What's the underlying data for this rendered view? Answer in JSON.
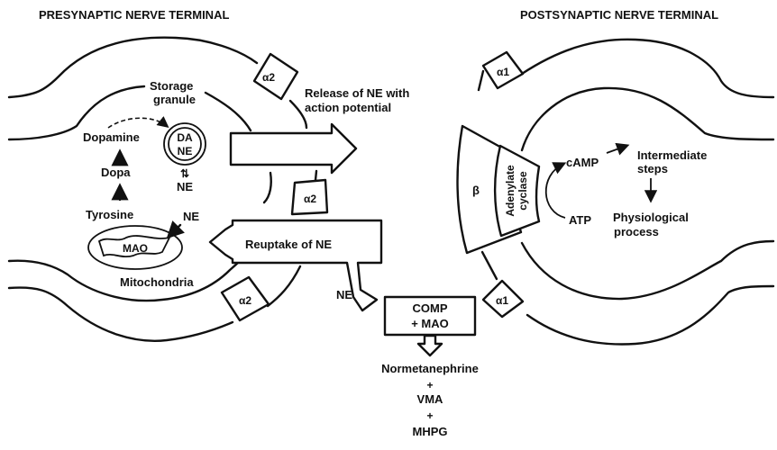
{
  "titles": {
    "presynaptic": "PRESYNAPTIC NERVE TERMINAL",
    "postsynaptic": "POSTSYNAPTIC NERVE TERMINAL"
  },
  "presynaptic": {
    "storage_granule": [
      "Storage",
      "granule"
    ],
    "granule_contents": [
      "DA",
      "NE"
    ],
    "free_ne": "NE",
    "synthesis_pathway": [
      "Dopamine",
      "Dopa",
      "Tyrosine"
    ],
    "mitochondria_input": "NE",
    "mao": "MAO",
    "mitochondria": "Mitochondria",
    "equilibrium_symbol": "⇅"
  },
  "receptors": {
    "presynaptic_alpha2": "α2",
    "postsynaptic_alpha1": "α1",
    "beta": "β"
  },
  "arrows": {
    "release": [
      "Release of NE with",
      "action potential"
    ],
    "reuptake": "Reuptake of NE",
    "diffuse_ne": "NE"
  },
  "metabolism": {
    "enzymes": [
      "COMP",
      "+ MAO"
    ],
    "products": [
      "Normetanephrine",
      "+",
      "VMA",
      "+",
      "MHPG"
    ]
  },
  "postsynaptic": {
    "adenylate_cyclase": [
      "Adenylate",
      "cyclase"
    ],
    "camp": "cAMP",
    "atp": "ATP",
    "intermediate": [
      "Intermediate",
      "steps"
    ],
    "physiological": [
      "Physiological",
      "process"
    ]
  }
}
